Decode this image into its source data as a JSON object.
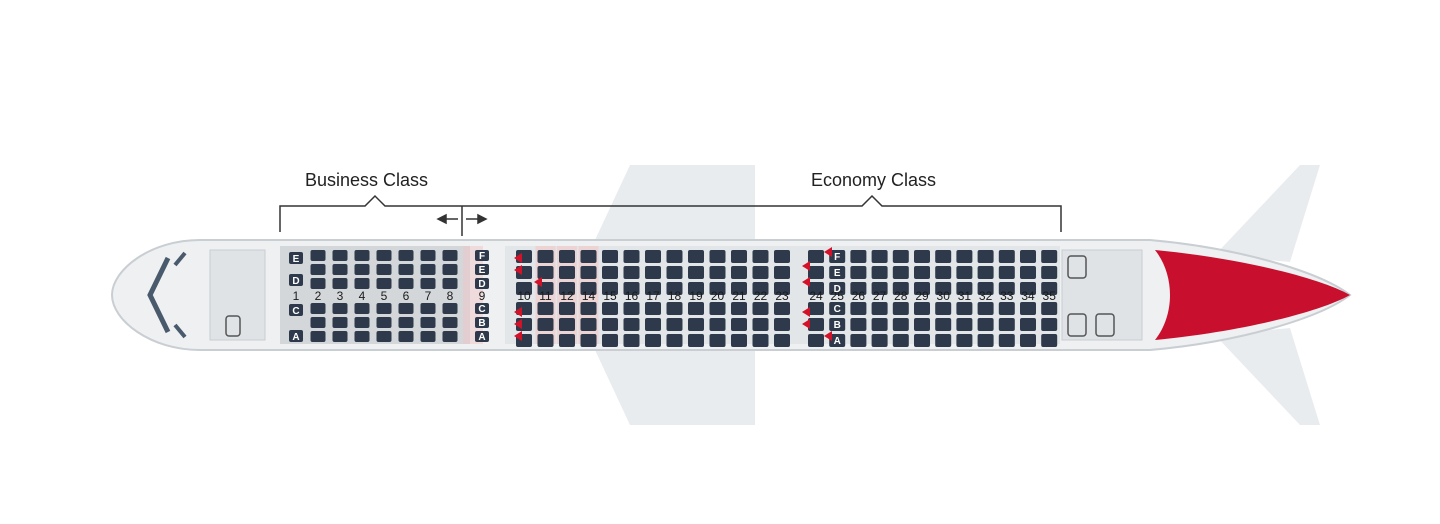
{
  "cabins": {
    "business_label": "Business Class",
    "economy_label": "Economy Class"
  },
  "colors": {
    "fuselage": "#eef0f2",
    "fuselage_outline": "#c9ced3",
    "cabin_floor": "#dfe3e6",
    "business_floor": "#cfd3d6",
    "seat": "#2e3a4b",
    "exit_row_highlight": "#f1c6c6",
    "tail_red": "#c8102e",
    "exit_marker": "#d3122a",
    "wing": "#e6e9ec"
  },
  "seat_map": {
    "business_rows": [
      1,
      2,
      3,
      4,
      5,
      6,
      7,
      8,
      9
    ],
    "economy_rows": [
      10,
      11,
      12,
      14,
      15,
      16,
      17,
      18,
      19,
      20,
      21,
      22,
      23,
      24,
      25,
      26,
      27,
      28,
      29,
      30,
      31,
      32,
      33,
      34,
      35
    ],
    "highlighted_rows": [
      11,
      12,
      14
    ],
    "row1_letters": [
      "E",
      "D",
      "C",
      "A"
    ],
    "row9_letters_top": [
      "F",
      "E",
      "D"
    ],
    "row9_letters_bottom": [
      "C",
      "B",
      "A"
    ],
    "row25_letters_top": [
      "F",
      "E",
      "D"
    ],
    "row25_letters_bottom": [
      "C",
      "B",
      "A"
    ]
  },
  "icons": {
    "divider": "double-arrow-icon",
    "exit": "exit-arrow-icon"
  }
}
